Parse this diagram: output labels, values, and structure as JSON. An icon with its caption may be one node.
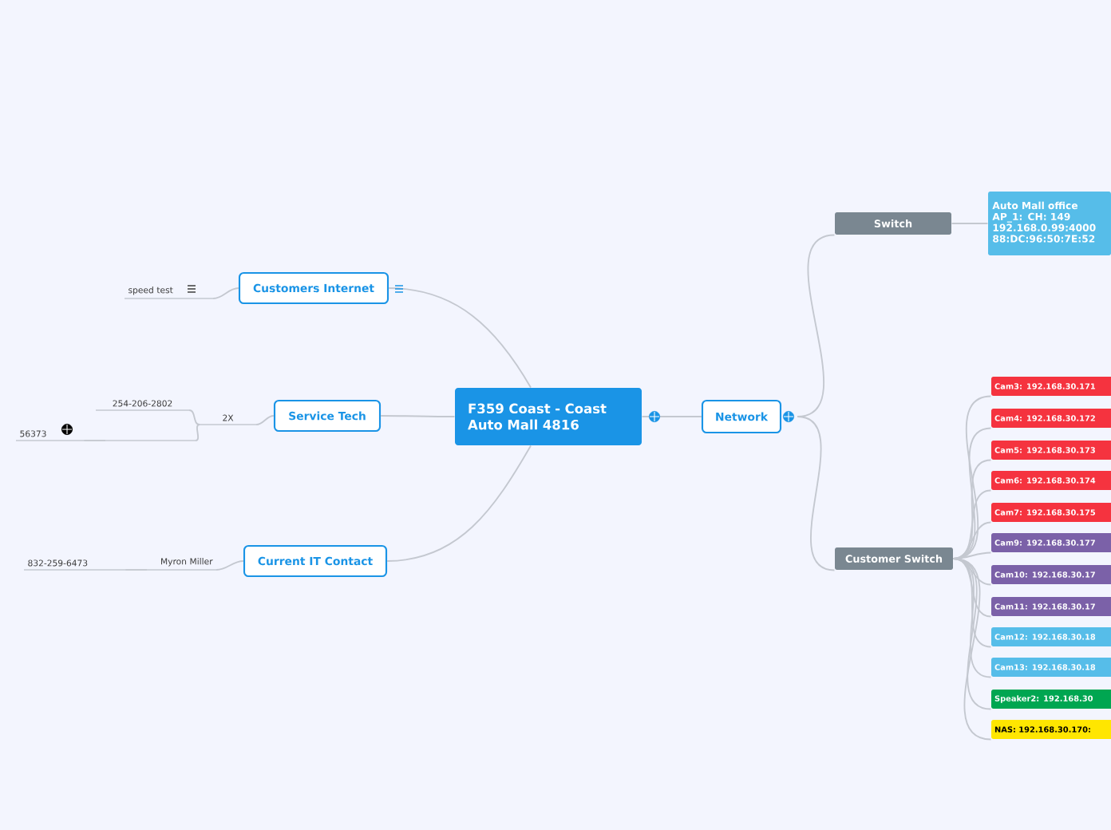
{
  "diagram": {
    "nodes": [
      {
        "text": [
          "F359 Coast - Coast Auto Mall 4816"
        ]
      },
      {
        "text": [
          "Network"
        ]
      },
      {
        "text": [
          "Switch"
        ]
      },
      {
        "text": [
          "Auto Mall office",
          "AP_1: CH: 149",
          "192.168.0.99:4000",
          "88:DC:96:50:7E:52"
        ]
      },
      {
        "text": [
          "Customer Switch"
        ]
      },
      {
        "text": [
          "Cam3: 192.168.30.171"
        ]
      },
      {
        "text": [
          "Cam4: 192.168.30.172"
        ]
      },
      {
        "text": [
          "Cam5: 192.168.30.173"
        ]
      },
      {
        "text": [
          "Cam6: 192.168.30.174"
        ]
      },
      {
        "text": [
          "Cam7: 192.168.30.175"
        ]
      },
      {
        "text": [
          "Cam9: 192.168.30.177"
        ]
      },
      {
        "text": [
          "Cam10: 192.168.30.17"
        ]
      },
      {
        "text": [
          "Cam11: 192.168.30.17"
        ]
      },
      {
        "text": [
          "Cam12: 192.168.30.18"
        ]
      },
      {
        "text": [
          "Cam13: 192.168.30.18"
        ]
      },
      {
        "text": [
          "Speaker2: 192.168.30"
        ]
      },
      {
        "text": [
          "NAS: 192.168.30.170:"
        ]
      },
      {
        "text": [
          "Customers Internet"
        ]
      },
      {
        "text": [
          "speed test"
        ]
      },
      {
        "text": [
          "Service Tech"
        ]
      },
      {
        "text": [
          "2X"
        ]
      },
      {
        "text": [
          "254-206-2802"
        ]
      },
      {
        "text": [],
        "shape": "line"
      },
      {
        "text": [
          "56373"
        ]
      },
      {
        "text": [
          "Current IT Contact"
        ]
      },
      {
        "text": [
          "Myron Miller"
        ]
      },
      {
        "text": [
          "832-259-6473"
        ]
      }
    ],
    "edges": [
      {
        "from": 0,
        "to": 1,
        "arrow": "none"
      },
      {
        "from": 1,
        "to": 2,
        "arrow": "none"
      },
      {
        "from": 2,
        "to": 3,
        "arrow": "none"
      },
      {
        "from": 1,
        "to": 4,
        "arrow": "none"
      },
      {
        "from": 4,
        "to": 5,
        "arrow": "none"
      },
      {
        "from": 4,
        "to": 6,
        "arrow": "none"
      },
      {
        "from": 4,
        "to": 7,
        "arrow": "none"
      },
      {
        "from": 4,
        "to": 8,
        "arrow": "none"
      },
      {
        "from": 4,
        "to": 9,
        "arrow": "none"
      },
      {
        "from": 4,
        "to": 10,
        "arrow": "none"
      },
      {
        "from": 4,
        "to": 11,
        "arrow": "none"
      },
      {
        "from": 4,
        "to": 12,
        "arrow": "none"
      },
      {
        "from": 4,
        "to": 13,
        "arrow": "none"
      },
      {
        "from": 4,
        "to": 14,
        "arrow": "none"
      },
      {
        "from": 4,
        "to": 15,
        "arrow": "none"
      },
      {
        "from": 4,
        "to": 16,
        "arrow": "none"
      },
      {
        "from": 0,
        "to": 17,
        "arrow": "none"
      },
      {
        "from": 17,
        "to": 18,
        "arrow": "none"
      },
      {
        "from": 0,
        "to": 19,
        "arrow": "none"
      },
      {
        "from": 19,
        "to": 20,
        "arrow": "none"
      },
      {
        "from": 20,
        "to": 21,
        "arrow": "none"
      },
      {
        "from": 20,
        "to": 22,
        "arrow": "none"
      },
      {
        "from": 22,
        "to": 23,
        "arrow": "none"
      },
      {
        "from": 0,
        "to": 24,
        "arrow": "none"
      },
      {
        "from": 24,
        "to": 25,
        "arrow": "none"
      },
      {
        "from": 25,
        "to": 26,
        "arrow": "none"
      }
    ]
  }
}
